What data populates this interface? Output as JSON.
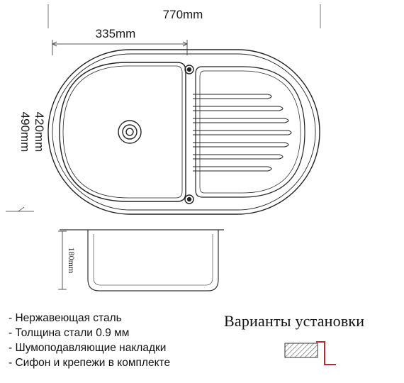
{
  "dimensions": {
    "total_width": "770mm",
    "bowl_width": "335mm",
    "inner_depth": "420mm",
    "outer_depth": "490mm",
    "bowl_height": "180mm"
  },
  "features": [
    {
      "dash": "-",
      "text": "Нержавеющая сталь"
    },
    {
      "dash": "-",
      "text": "Толщина стали 0.9 мм"
    },
    {
      "dash": "-",
      "text": "Шумоподавляющие накладки"
    },
    {
      "dash": "-",
      "text": "Сифон и крепежи в комплекте"
    }
  ],
  "installation": {
    "title": "Варианты установки",
    "accent_color": "#c0272d"
  },
  "colors": {
    "line": "#222222",
    "dim_line": "#555555"
  }
}
